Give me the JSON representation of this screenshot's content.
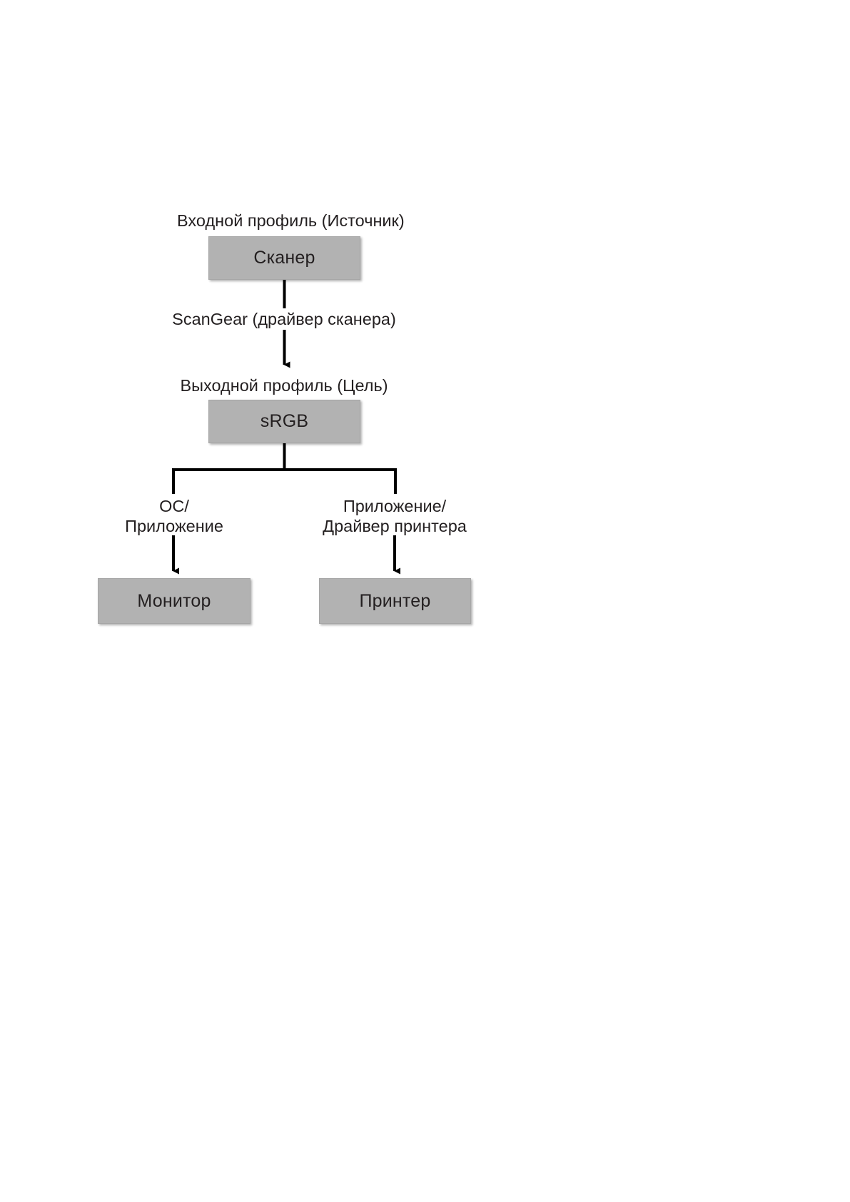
{
  "diagram": {
    "type": "flowchart",
    "title": "Color matching flow: scanner to monitor and printer",
    "language": "ru",
    "colors": {
      "box_fill": "#b2b2b2",
      "box_border": "#a6a6a6",
      "text": "#231f20",
      "line": "#000000",
      "background": "#ffffff"
    },
    "nodes": [
      {
        "id": "scanner",
        "label": "Сканер",
        "caption": "Входной профиль (Источник)"
      },
      {
        "id": "srgb",
        "label": "sRGB",
        "caption": "Выходной профиль (Цель)"
      },
      {
        "id": "monitor",
        "label": "Монитор"
      },
      {
        "id": "printer",
        "label": "Принтер"
      }
    ],
    "edges": [
      {
        "id": "scanner-to-srgb",
        "from": "scanner",
        "to": "srgb",
        "label": "ScanGear (драйвер сканера)",
        "arrow": "down"
      },
      {
        "id": "srgb-to-monitor",
        "from": "srgb",
        "to": "monitor",
        "label_line1": "ОС/",
        "label_line2": "Приложение",
        "arrow": "down"
      },
      {
        "id": "srgb-to-printer",
        "from": "srgb",
        "to": "printer",
        "label_line1": "Приложение/",
        "label_line2": "Драйвер принтера",
        "arrow": "down"
      }
    ]
  }
}
